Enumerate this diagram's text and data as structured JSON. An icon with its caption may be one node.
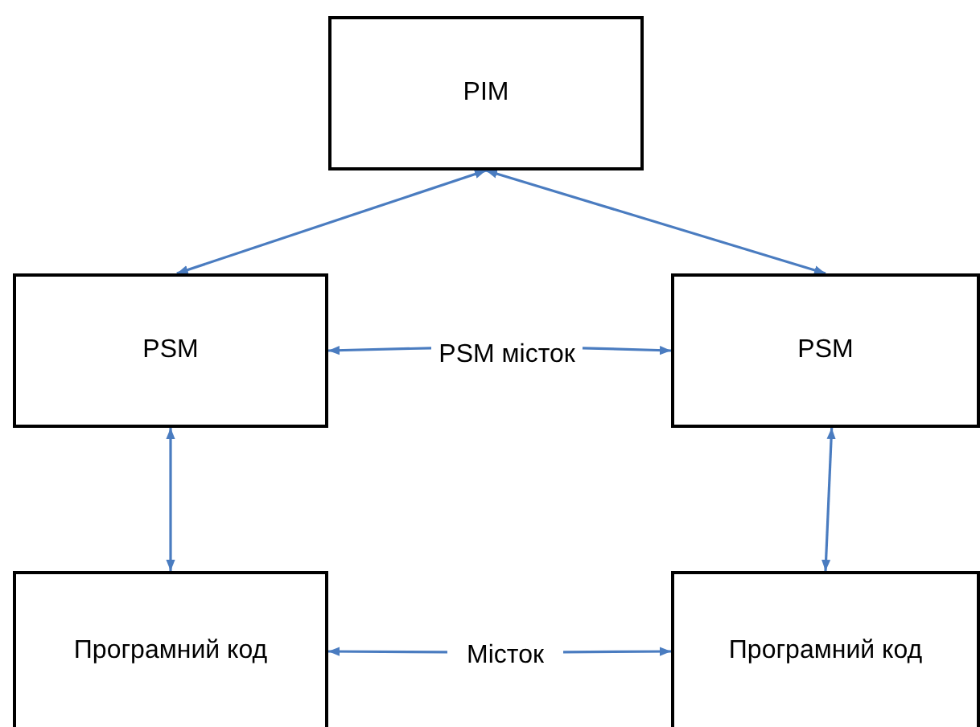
{
  "diagram": {
    "nodes": [
      {
        "text": [
          "PIM"
        ]
      },
      {
        "text": [
          "PSM"
        ]
      },
      {
        "text": [
          "PSM"
        ]
      },
      {
        "text": [
          "PSM місток"
        ]
      },
      {
        "text": [
          "Програмний код"
        ]
      },
      {
        "text": [
          "Місток"
        ]
      },
      {
        "text": [
          "Програмний код"
        ]
      }
    ],
    "edges": [
      {
        "from": 0,
        "to": 1,
        "arrow": "both"
      },
      {
        "from": 0,
        "to": 2,
        "arrow": "both"
      },
      {
        "from": 3,
        "to": 1,
        "arrow": "to"
      },
      {
        "from": 3,
        "to": 2,
        "arrow": "to"
      },
      {
        "from": 1,
        "to": 4,
        "arrow": "both"
      },
      {
        "from": 2,
        "to": 6,
        "arrow": "both"
      },
      {
        "from": 5,
        "to": 4,
        "arrow": "to"
      },
      {
        "from": 5,
        "to": 6,
        "arrow": "to"
      }
    ]
  }
}
